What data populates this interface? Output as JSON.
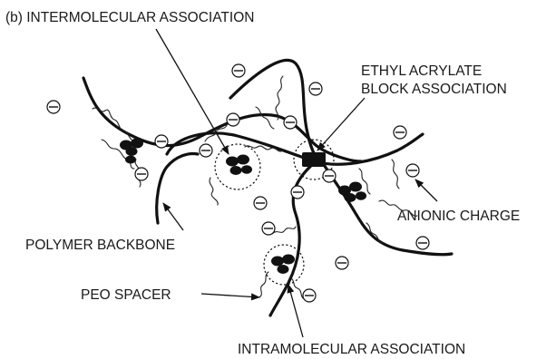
{
  "figure": {
    "panel_label": "(b) INTERMOLECULAR ASSOCIATION",
    "labels": {
      "ethyl_acrylate_line1": "ETHYL ACRYLATE",
      "ethyl_acrylate_line2": "BLOCK ASSOCIATION",
      "anionic_charge": "ANIONIC CHARGE",
      "polymer_backbone": "POLYMER BACKBONE",
      "peo_spacer": "PEO SPACER",
      "intramolecular": "INTRAMOLECULAR ASSOCIATION"
    },
    "charge_symbol": "⊖"
  }
}
